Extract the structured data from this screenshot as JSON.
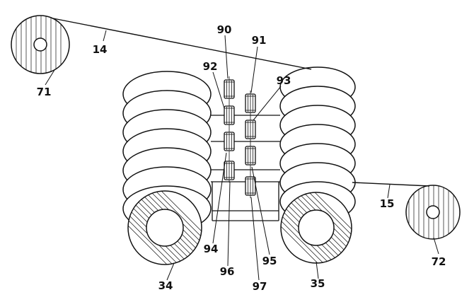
{
  "figure": {
    "background": "#ffffff",
    "line_color": "#111111",
    "labels": {
      "l14": "14",
      "l15": "15",
      "l34": "34",
      "l35": "35",
      "l71": "71",
      "l72": "72",
      "l90": "90",
      "l91": "91",
      "l92": "92",
      "l93": "93",
      "l94": "94",
      "l95": "95",
      "l96": "96",
      "l97": "97"
    }
  }
}
